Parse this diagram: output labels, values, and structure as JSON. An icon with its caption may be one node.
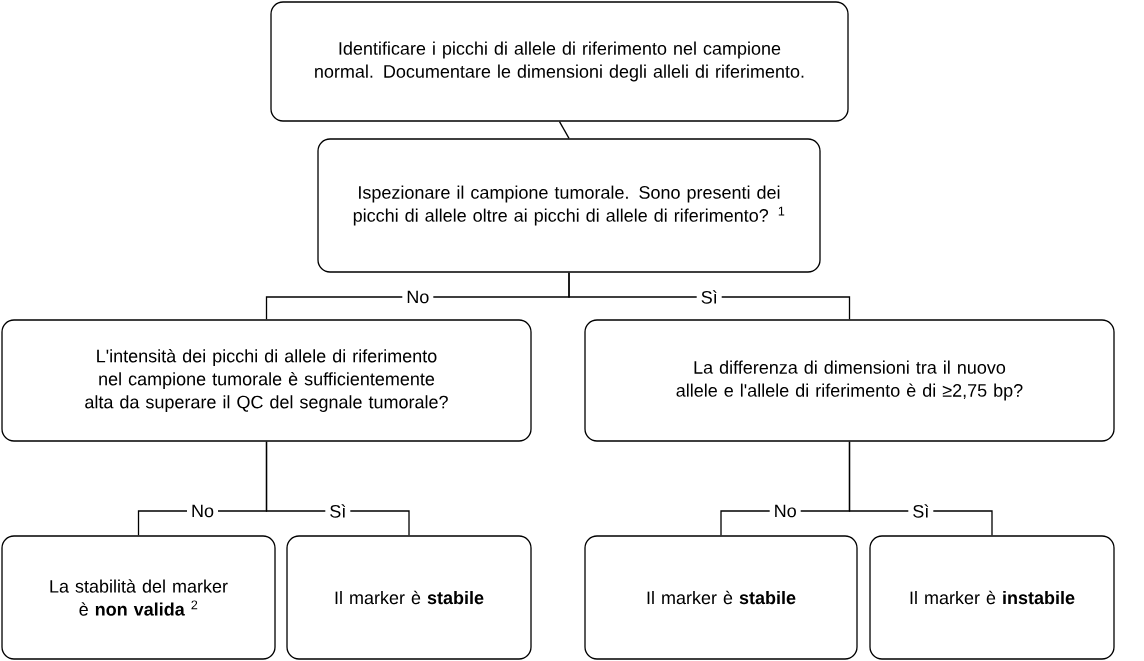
{
  "diagram": {
    "nodes": [
      {
        "text": [
          "Identificare i picchi di allele di riferimento nel campione normal. Documentare le dimensioni degli alleli di riferimento."
        ]
      },
      {
        "text": [
          "Ispezionare il campione tumorale. Sono presenti dei picchi di allele oltre ai picchi di allele di riferimento? $^{1}$"
        ]
      },
      {
        "text": [
          "L'intensità dei picchi di allele di riferimento nel campione tumorale è sufficientemente alta da superare il QC del segnale tumorale?"
        ]
      },
      {
        "text": [
          "La differenza di dimensioni tra il nuovo allele e l'allele di riferimento è di ≥2,75 bp?"
        ]
      },
      {
        "text": [
          "La stabilità del marker è **non valida** $^{2}$"
        ]
      },
      {
        "text": [
          "Il marker è **stabile**"
        ]
      },
      {
        "text": [
          "Il marker è **stabile**"
        ]
      },
      {
        "text": [
          "Il marker è **instabile**"
        ]
      }
    ],
    "edges": [
      {
        "from": 0,
        "to": 1,
        "arrow": "none"
      },
      {
        "from": 1,
        "to": 2,
        "arrow": "none",
        "label": "No"
      },
      {
        "from": 1,
        "to": 3,
        "arrow": "none",
        "label": "Sì"
      },
      {
        "from": 2,
        "to": 4,
        "arrow": "none",
        "label": "No"
      },
      {
        "from": 2,
        "to": 5,
        "arrow": "none",
        "label": "Sì"
      },
      {
        "from": 3,
        "to": 6,
        "arrow": "none",
        "label": "No"
      },
      {
        "from": 3,
        "to": 7,
        "arrow": "none",
        "label": "Sì"
      }
    ]
  }
}
